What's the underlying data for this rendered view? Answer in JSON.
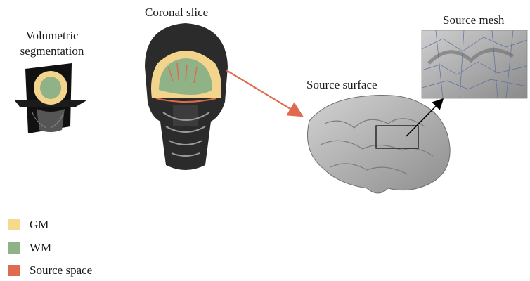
{
  "labels": {
    "volumetric": "Volumetric segmentation",
    "coronal": "Coronal slice",
    "surface": "Source surface",
    "mesh": "Source mesh"
  },
  "legend": [
    {
      "label": "GM",
      "color": "#f7d98b"
    },
    {
      "label": "WM",
      "color": "#8fb287"
    },
    {
      "label": "Source space",
      "color": "#e06a4f"
    }
  ],
  "colors": {
    "gm": "#f7d98b",
    "wm": "#8fb287",
    "source_arrow": "#e06a4f",
    "mesh_arrow": "#000000"
  }
}
